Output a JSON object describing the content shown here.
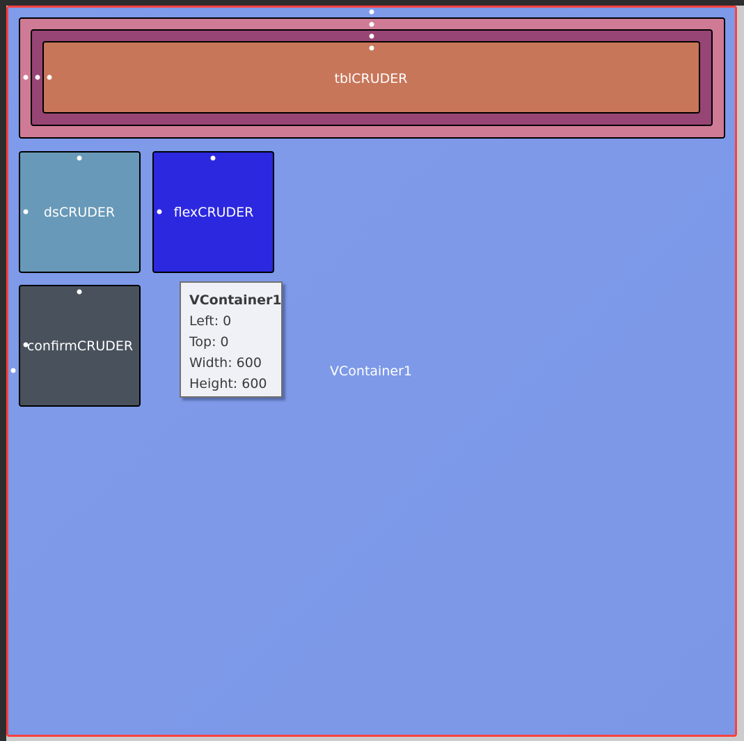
{
  "colors": {
    "outer_frame": "#2d2d2d",
    "canvas_bg": "#cccccc",
    "selection_border": "#ff4040",
    "vcontainer_bg": "#7f9bea",
    "pink_layer": "#d07b96",
    "purple_layer": "#974574",
    "orange_layer": "#c8765a",
    "ds_bg": "#6899b8",
    "flex_bg": "#2c28e0",
    "confirm_bg": "#49525c"
  },
  "vcontainer": {
    "label": "VContainer1"
  },
  "components": {
    "tbl": {
      "label": "tblCRUDER"
    },
    "ds": {
      "label": "dsCRUDER"
    },
    "flex": {
      "label": "flexCRUDER"
    },
    "confirm": {
      "label": "confirmCRUDER"
    }
  },
  "tooltip": {
    "title": "VContainer1",
    "left": "Left: 0",
    "top": "Top: 0",
    "width": "Width: 600",
    "height": "Height: 600"
  }
}
